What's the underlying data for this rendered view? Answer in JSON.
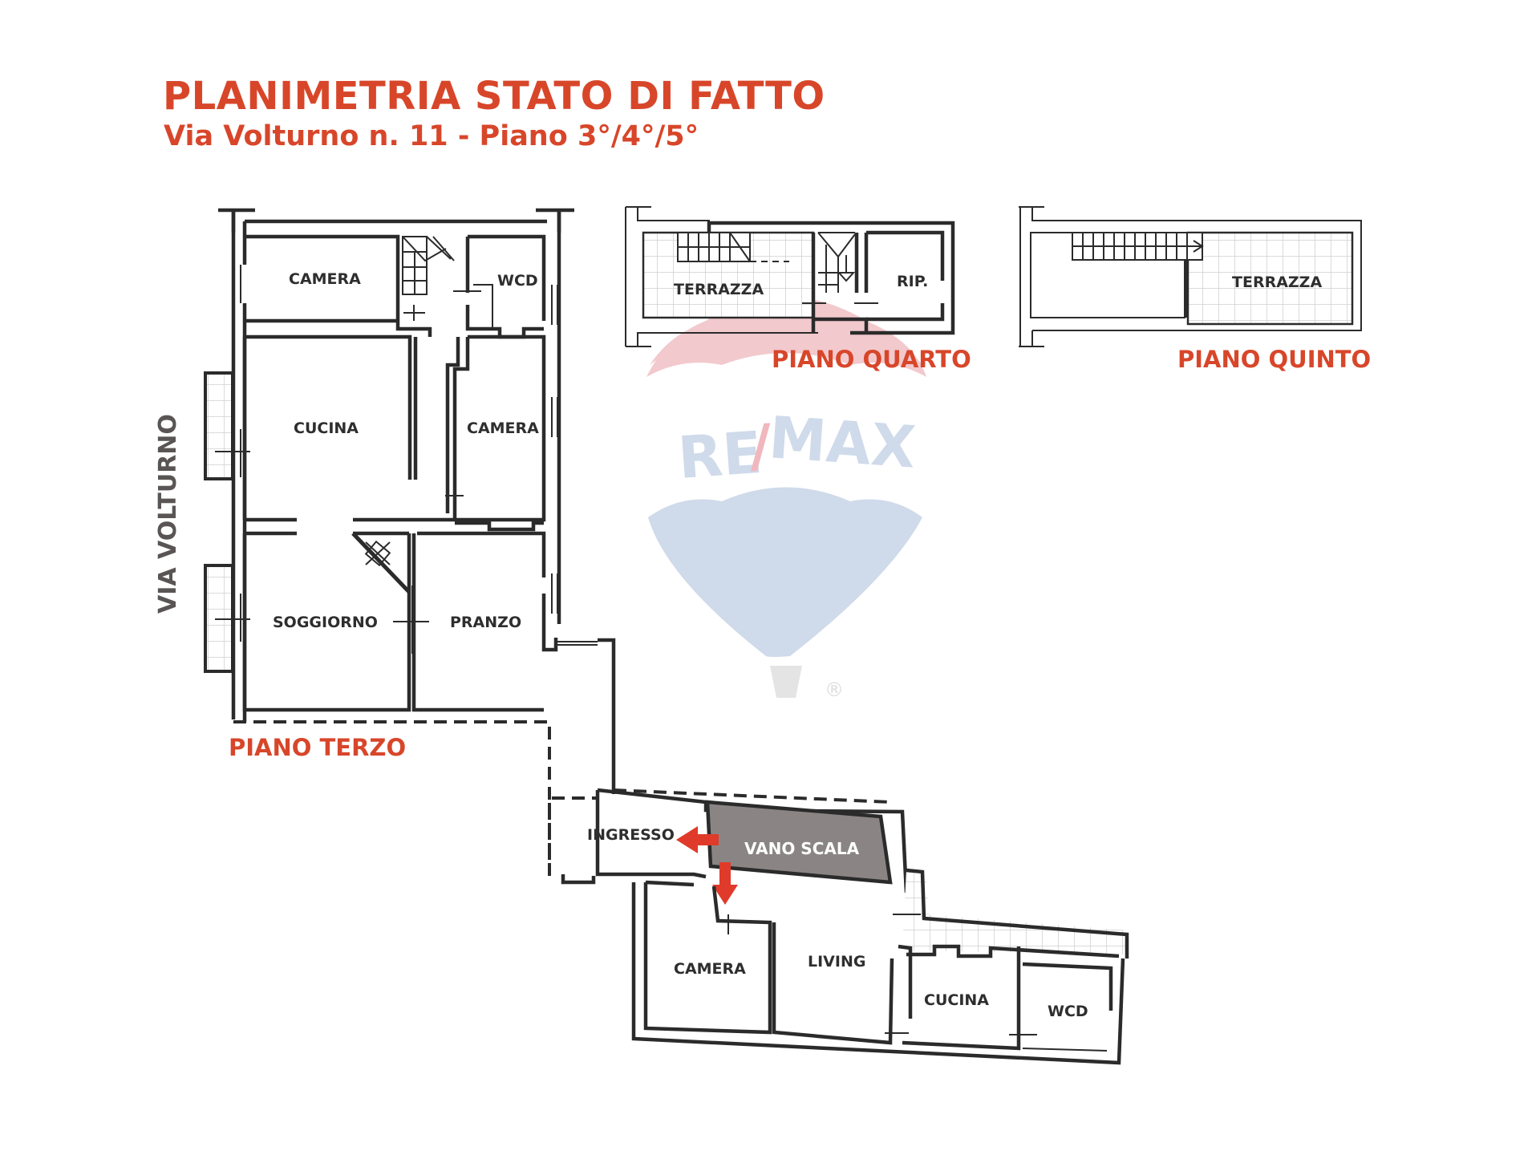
{
  "header": {
    "title": "PLANIMETRIA STATO DI FATTO",
    "subtitle": "Via Volturno n. 11 - Piano 3°/4°/5°"
  },
  "colors": {
    "accent": "#d8462a",
    "wall": "#2b2b2b",
    "stairwell_fill": "#8a8584",
    "arrow": "#e03a2a",
    "tile_grid": "#cfcfcf",
    "watermark_red": "#f2c9cd",
    "watermark_blue": "#cfdaea"
  },
  "street_label": "VIA VOLTURNO",
  "floors": {
    "third": {
      "label": "PIANO TERZO",
      "rooms": [
        "CAMERA",
        "WCD",
        "CUCINA",
        "CAMERA",
        "SOGGIORNO",
        "PRANZO"
      ]
    },
    "fourth": {
      "label": "PIANO QUARTO",
      "rooms": [
        "TERRAZZA",
        "RIP."
      ]
    },
    "fifth": {
      "label": "PIANO QUINTO",
      "rooms": [
        "TERRAZZA"
      ]
    },
    "lower_unit": {
      "rooms": [
        "INGRESSO",
        "VANO SCALA",
        "CAMERA",
        "LIVING",
        "CUCINA",
        "WCD"
      ]
    }
  },
  "watermark": {
    "brand": "RE/MAX",
    "brand_left": "RE",
    "brand_slash": "/",
    "brand_right": "MAX",
    "registered": "®"
  }
}
